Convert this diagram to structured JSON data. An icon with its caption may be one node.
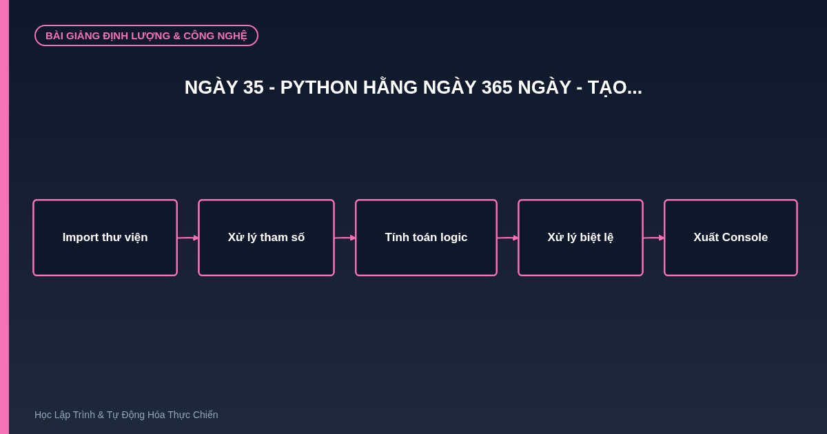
{
  "diagram": {
    "title": "NGÀY 35 - PYTHON HẰNG NGÀY 365 NGÀY - TẠO...",
    "nodes": [
      {
        "text": [
          "Import thư viện"
        ]
      },
      {
        "text": [
          "Xử lý tham số"
        ]
      },
      {
        "text": [
          "Tính toán logic"
        ]
      },
      {
        "text": [
          "Xử lý biệt lệ"
        ]
      },
      {
        "text": [
          "Xuất Console"
        ]
      }
    ],
    "edges": [
      {
        "from": 0,
        "to": 1,
        "arrow": "to"
      },
      {
        "from": 1,
        "to": 2,
        "arrow": "to"
      },
      {
        "from": 2,
        "to": 3,
        "arrow": "to"
      },
      {
        "from": 3,
        "to": 4,
        "arrow": "to"
      }
    ],
    "labels": [
      "BÀI GIẢNG ĐỊNH LƯỢNG & CÔNG NGHỆ",
      "Học Lập Trình & Tự Động Hóa Thực Chiến"
    ]
  }
}
